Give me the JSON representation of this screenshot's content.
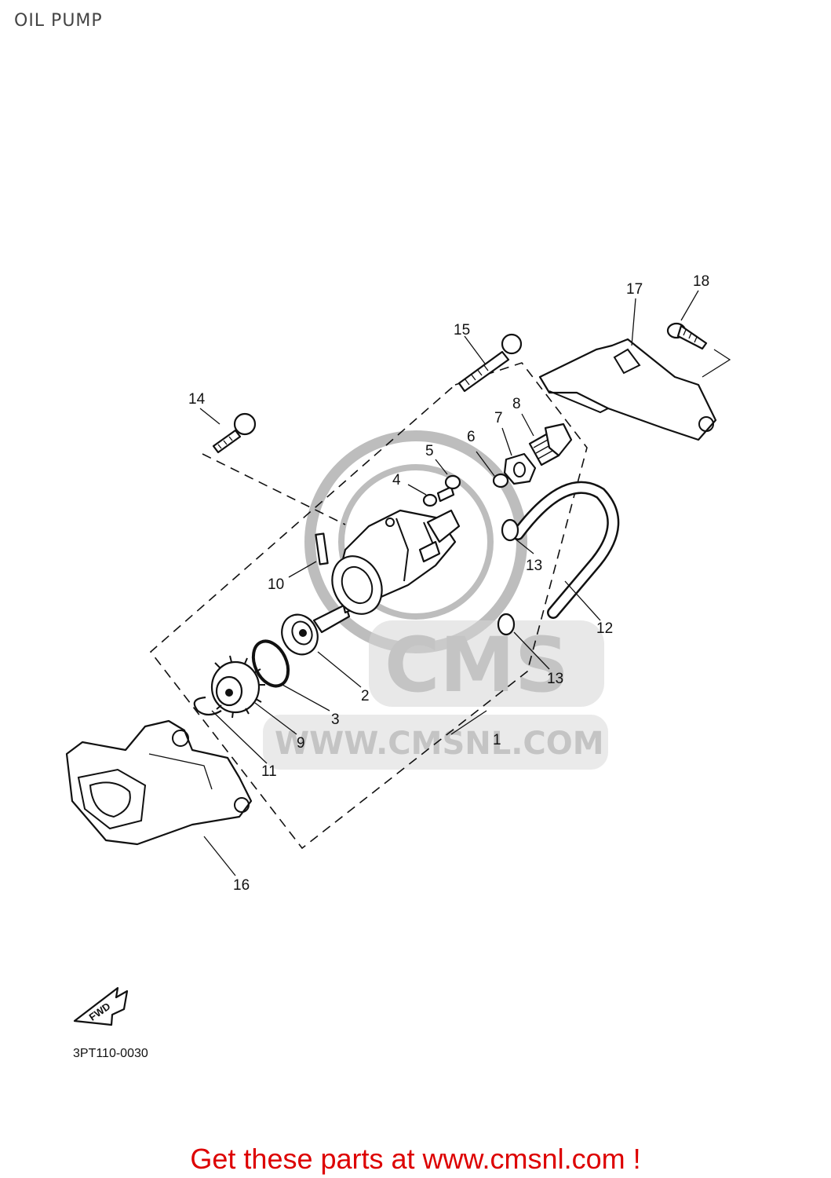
{
  "title": "OIL PUMP",
  "diagram_code": "3PT110-0030",
  "fwd_label": "FWD",
  "footer_link": "Get these parts at www.cmsnl.com !",
  "watermark": {
    "logo_text": "CMS",
    "url_text": "WWW.CMSNL.COM",
    "color": "#c4c4c4"
  },
  "callouts": [
    {
      "id": "1",
      "text": "1"
    },
    {
      "id": "2",
      "text": "2"
    },
    {
      "id": "3",
      "text": "3"
    },
    {
      "id": "4",
      "text": "4"
    },
    {
      "id": "5",
      "text": "5"
    },
    {
      "id": "6",
      "text": "6"
    },
    {
      "id": "7",
      "text": "7"
    },
    {
      "id": "8",
      "text": "8"
    },
    {
      "id": "9",
      "text": "9"
    },
    {
      "id": "10",
      "text": "10"
    },
    {
      "id": "11",
      "text": "11"
    },
    {
      "id": "12",
      "text": "12"
    },
    {
      "id": "13a",
      "text": "13"
    },
    {
      "id": "13b",
      "text": "13"
    },
    {
      "id": "14",
      "text": "14"
    },
    {
      "id": "15",
      "text": "15"
    },
    {
      "id": "16",
      "text": "16"
    },
    {
      "id": "17",
      "text": "17"
    },
    {
      "id": "18",
      "text": "18"
    }
  ],
  "colors": {
    "footer": "#dd0000",
    "ink": "#111111",
    "title": "#444444"
  }
}
